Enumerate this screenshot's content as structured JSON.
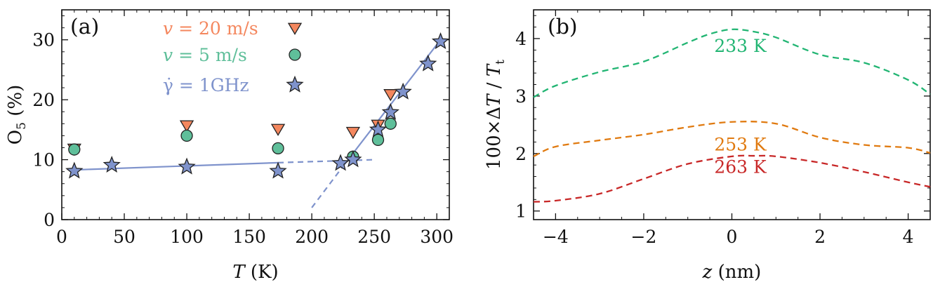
{
  "figure": {
    "type": "two-panel scientific chart"
  },
  "chart_data": [
    {
      "type": "scatter",
      "panel_label": "(a)",
      "xlabel": "T (K)",
      "ylabel": "O5 (%)",
      "xlim": [
        0,
        310
      ],
      "ylim": [
        0,
        35
      ],
      "x_ticks": [
        0,
        50,
        100,
        150,
        200,
        250,
        300
      ],
      "y_ticks": [
        0,
        10,
        20,
        30
      ],
      "grid": false,
      "legend_position": "top-center",
      "series": [
        {
          "name": "v = 20 m/s",
          "legend_text": "𝑣 = 20 m/s",
          "marker": "triangle-down",
          "color": "#f4875e",
          "points": [
            [
              10,
              11.8
            ],
            [
              100,
              15.7
            ],
            [
              173,
              15.1
            ],
            [
              233,
              14.6
            ],
            [
              253,
              15.8
            ],
            [
              263,
              20.9
            ]
          ]
        },
        {
          "name": "v = 5 m/s",
          "legend_text": "𝑣 =   5 m/s",
          "marker": "circle",
          "color": "#5fbf9a",
          "points": [
            [
              10,
              11.7
            ],
            [
              100,
              14.0
            ],
            [
              173,
              11.9
            ],
            [
              233,
              10.5
            ],
            [
              253,
              13.3
            ],
            [
              263,
              16.0
            ]
          ]
        },
        {
          "name": "γ̇ = 1GHz",
          "legend_text": "γ̇ =   1GHz",
          "marker": "star",
          "color": "#7f93cc",
          "points": [
            [
              10,
              8.1
            ],
            [
              40,
              9.1
            ],
            [
              100,
              8.8
            ],
            [
              173,
              8.1
            ],
            [
              223,
              9.4
            ],
            [
              233,
              10.0
            ],
            [
              253,
              15.0
            ],
            [
              263,
              17.9
            ],
            [
              273,
              21.3
            ],
            [
              293,
              26.0
            ],
            [
              303,
              29.7
            ]
          ]
        }
      ],
      "fit_lines": [
        {
          "style": "solid",
          "color": "#7f93cc",
          "points": [
            [
              10,
              8.3
            ],
            [
              173,
              9.5
            ]
          ]
        },
        {
          "style": "dashed",
          "color": "#7f93cc",
          "points": [
            [
              173,
              9.5
            ],
            [
              250,
              10.0
            ]
          ]
        },
        {
          "style": "dashed",
          "color": "#7f93cc",
          "points": [
            [
              200,
              2.0
            ],
            [
              225,
              8.9
            ]
          ]
        },
        {
          "style": "solid",
          "color": "#7f93cc",
          "points": [
            [
              225,
              8.9
            ],
            [
              303,
              30.0
            ]
          ]
        }
      ]
    },
    {
      "type": "line",
      "panel_label": "(b)",
      "xlabel": "z (nm)",
      "ylabel": "100×ΔT / Tt",
      "xlim": [
        -4.5,
        4.5
      ],
      "ylim": [
        0.85,
        4.5
      ],
      "x_ticks": [
        -4,
        -2,
        0,
        2,
        4
      ],
      "x_tick_labels": [
        "−4",
        "−2",
        "0",
        "2",
        "4"
      ],
      "y_ticks": [
        1,
        2,
        3,
        4
      ],
      "grid": false,
      "series": [
        {
          "name": "233 K",
          "color": "#22b573",
          "style": "dashed",
          "x": [
            -4.5,
            -4,
            -3,
            -2,
            -1,
            -0.5,
            0,
            0.5,
            1,
            2,
            3,
            4,
            4.5
          ],
          "y": [
            2.98,
            3.18,
            3.42,
            3.6,
            3.93,
            4.08,
            4.16,
            4.12,
            4.02,
            3.72,
            3.58,
            3.28,
            3.03
          ]
        },
        {
          "name": "253 K",
          "color": "#e07a10",
          "style": "dashed",
          "x": [
            -4.5,
            -4,
            -3,
            -2,
            -1,
            0,
            1,
            2,
            3,
            4,
            4.5
          ],
          "y": [
            1.95,
            2.12,
            2.23,
            2.33,
            2.46,
            2.55,
            2.52,
            2.28,
            2.15,
            2.1,
            2.01
          ]
        },
        {
          "name": "263 K",
          "color": "#c82828",
          "style": "dashed",
          "x": [
            -4.5,
            -4,
            -3,
            -2,
            -1,
            0,
            0.5,
            1,
            2,
            3,
            4,
            4.5
          ],
          "y": [
            1.16,
            1.18,
            1.3,
            1.56,
            1.82,
            1.95,
            1.96,
            1.95,
            1.84,
            1.68,
            1.5,
            1.42
          ]
        }
      ]
    }
  ]
}
